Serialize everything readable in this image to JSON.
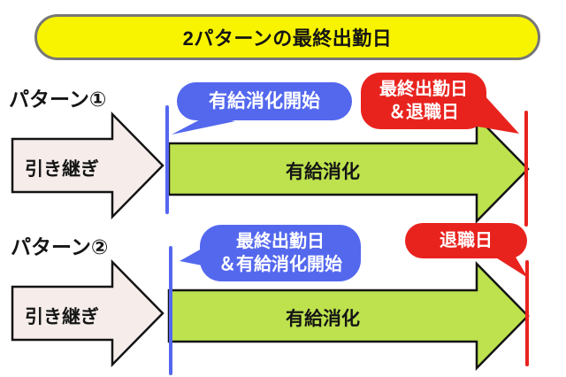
{
  "colors": {
    "yellow": "#f8f400",
    "blue": "#5468ee",
    "red": "#e8231e",
    "green": "#bde24e",
    "pink": "#f6edeb"
  },
  "title": "2パターンの最終出勤日",
  "patterns": [
    {
      "label": "パターン①",
      "handover_label": "引き継ぎ",
      "leave_label": "有給消化",
      "blue_bubble": {
        "line1": "有給消化開始",
        "line2": ""
      },
      "red_bubble": {
        "line1": "最終出勤日",
        "line2": "＆退職日"
      }
    },
    {
      "label": "パターン②",
      "handover_label": "引き継ぎ",
      "leave_label": "有給消化",
      "blue_bubble": {
        "line1": "最終出勤日",
        "line2": "＆有給消化開始"
      },
      "red_bubble": {
        "line1": "退職日",
        "line2": ""
      }
    }
  ]
}
